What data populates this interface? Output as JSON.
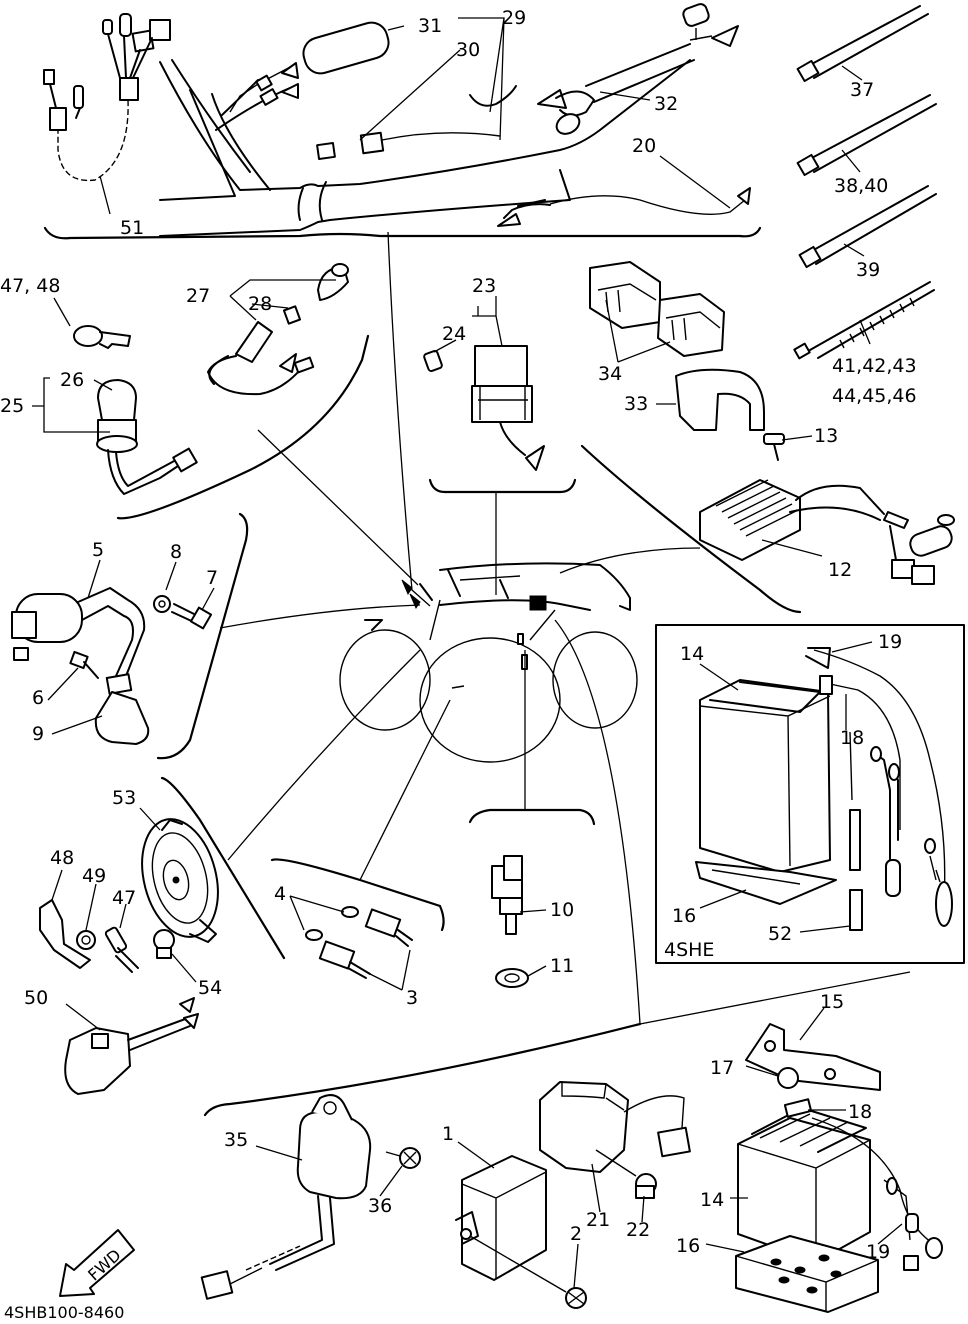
{
  "diagram": {
    "drawing_code": "4SHB100-8460",
    "inset_label": "4SHE",
    "fwd_label": "FWD",
    "callouts": {
      "c1": "1",
      "c2": "2",
      "c3": "3",
      "c4": "4",
      "c5": "5",
      "c6": "6",
      "c7": "7",
      "c8": "8",
      "c9": "9",
      "c10": "10",
      "c11": "11",
      "c12": "12",
      "c13": "13",
      "c14_inset": "14",
      "c14": "14",
      "c15": "15",
      "c16_inset": "16",
      "c16": "16",
      "c17": "17",
      "c18_inset": "18",
      "c18": "18",
      "c19_inset": "19",
      "c19": "19",
      "c20": "20",
      "c21": "21",
      "c22": "22",
      "c23": "23",
      "c24": "24",
      "c25": "25",
      "c26": "26",
      "c27": "27",
      "c28": "28",
      "c29": "29",
      "c30": "30",
      "c31": "31",
      "c32": "32",
      "c33": "33",
      "c34": "34",
      "c35": "35",
      "c36": "36",
      "c37": "37",
      "c38_40": "38,40",
      "c39": "39",
      "c41_43": "41,42,43",
      "c44_46": "44,45,46",
      "c47_48": "47, 48",
      "c47": "47",
      "c48": "48",
      "c49": "49",
      "c50": "50",
      "c51": "51",
      "c52": "52",
      "c53": "53",
      "c54": "54"
    }
  }
}
